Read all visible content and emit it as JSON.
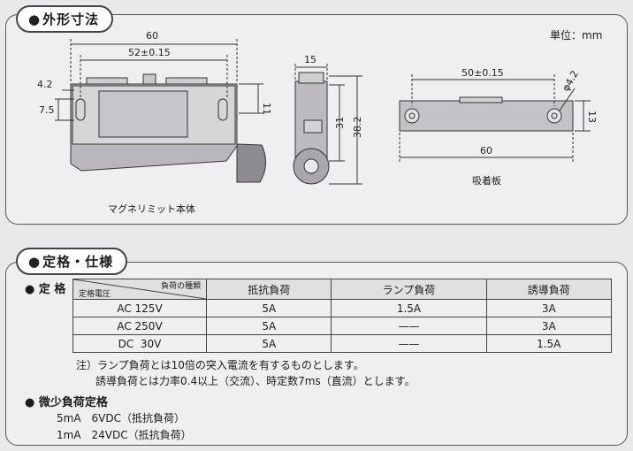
{
  "section1": {
    "title": "外形寸法",
    "unit_label": "単位：mm",
    "left_caption": "マグネリミット本体",
    "right_caption": "吸着板",
    "dims": {
      "d60": "60",
      "d52": "52±0.15",
      "d4_2": "4.2",
      "d7_5": "7.5",
      "d11": "11",
      "d15": "15",
      "d31": "31",
      "d38_2": "38.2",
      "d50": "50±0.15",
      "dphi": "φ4.2",
      "d13": "13",
      "d60b": "60"
    }
  },
  "section2": {
    "title": "定格・仕様",
    "rating_label": "定 格",
    "table": {
      "corner_top": "負荷の種類",
      "corner_bottom": "定格電圧",
      "headers": [
        "抵抗負荷",
        "ランプ負荷",
        "誘導負荷"
      ],
      "rows": [
        {
          "voltage": "AC 125V",
          "values": [
            "5A",
            "1.5A",
            "3A"
          ]
        },
        {
          "voltage": "AC 250V",
          "values": [
            "5A",
            "——",
            "3A"
          ]
        },
        {
          "voltage": "DC  30V",
          "values": [
            "5A",
            "——",
            "1.5A"
          ]
        }
      ]
    },
    "notes": [
      "注）ランプ負荷とは10倍の突入電流を有するものとします。",
      "誘導負荷とは力率0.4以上（交流）、時定数7ms（直流）とします。"
    ],
    "micro_title": "微少負荷定格",
    "micro_items": [
      "5mA　6VDC（抵抗負荷）",
      "1mA　24VDC（抵抗負荷）"
    ]
  },
  "colors": {
    "line": "#333333",
    "body": "#b9b7bb",
    "panel": "#efeef0"
  }
}
